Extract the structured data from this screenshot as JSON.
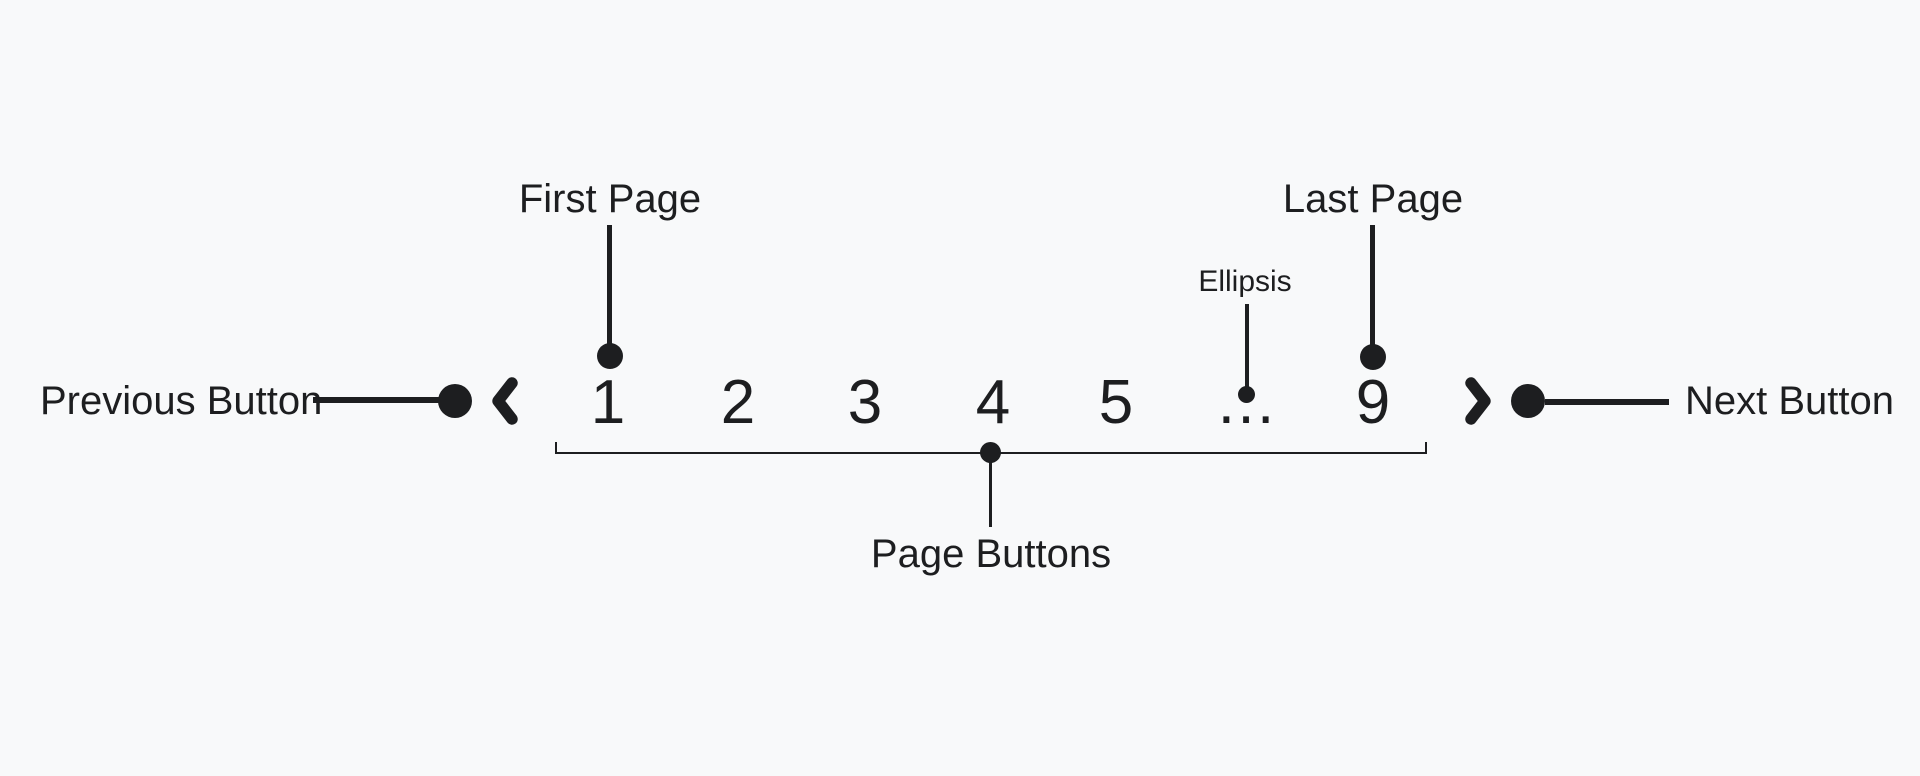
{
  "colors": {
    "background": "#f8f9fa",
    "ink": "#1d1e20"
  },
  "annotations": {
    "previous": {
      "label": "Previous Button"
    },
    "next": {
      "label": "Next Button"
    },
    "first_page": {
      "label": "First Page"
    },
    "last_page": {
      "label": "Last Page"
    },
    "ellipsis": {
      "label": "Ellipsis"
    },
    "page_buttons": {
      "label": "Page Buttons"
    }
  },
  "pagination": {
    "prev_icon": "chevron-left",
    "next_icon": "chevron-right",
    "pages": [
      "1",
      "2",
      "3",
      "4",
      "5"
    ],
    "ellipsis_char": "…",
    "last_page": "9"
  }
}
